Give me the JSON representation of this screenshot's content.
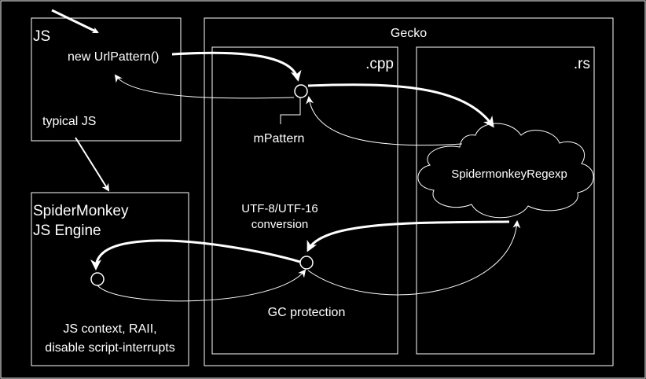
{
  "colors": {
    "background": "#000000",
    "stroke": "#ffffff",
    "text": "#ffffff"
  },
  "boxes": {
    "js": {
      "title": "JS",
      "new_call": "new UrlPattern()",
      "typical": "typical JS"
    },
    "spidermonkey": {
      "title_line1": "SpiderMonkey",
      "title_line2": "JS Engine",
      "note_line1": "JS context, RAII,",
      "note_line2": "disable script-interrupts"
    },
    "gecko": {
      "title": "Gecko"
    },
    "cpp": {
      "title": ".cpp"
    },
    "rs": {
      "title": ".rs"
    }
  },
  "labels": {
    "mpattern": "mPattern",
    "conversion_line1": "UTF-8/UTF-16",
    "conversion_line2": "conversion",
    "gc_protection": "GC protection"
  },
  "cloud": {
    "label": "SpidermonkeyRegexp"
  }
}
